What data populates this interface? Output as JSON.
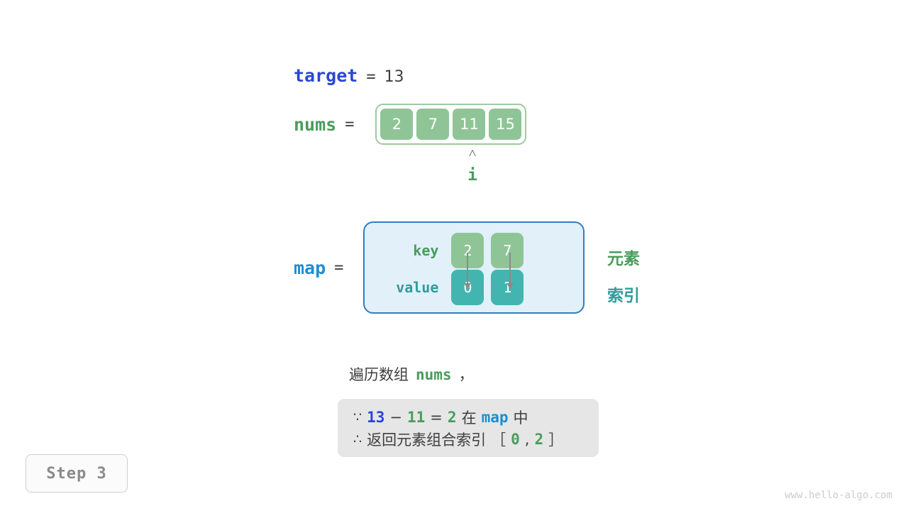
{
  "target": {
    "name": "target",
    "equals": "=",
    "value": "13"
  },
  "nums": {
    "name": "nums",
    "equals": "=",
    "cells": [
      "2",
      "7",
      "11",
      "15"
    ],
    "pointer": {
      "caret": "˄",
      "label": "i",
      "index": 2
    }
  },
  "map": {
    "name": "map",
    "equals": "=",
    "key_label": "key",
    "value_label": "value",
    "keys": [
      "2",
      "7"
    ],
    "values": [
      "0",
      "1"
    ]
  },
  "legend": {
    "element": "元素",
    "index": "索引"
  },
  "explanation": {
    "prefix": "遍历数组",
    "code": "nums",
    "suffix": "，"
  },
  "result": {
    "because_mark": "∵",
    "because_a": "13",
    "minus": "−",
    "because_b": "11",
    "eq": "=",
    "because_c": "2",
    "because_mid": "在",
    "because_map": "map",
    "because_tail": "中",
    "therefore_mark": "∴",
    "therefore_text": "返回元素组合索引",
    "bracket_open": "［",
    "idx_a": "0",
    "comma": ",",
    "idx_b": "2",
    "bracket_close": "］"
  },
  "step_badge": "Step 3",
  "watermark": "www.hello-algo.com",
  "colors": {
    "green": "#8fc596",
    "green_text": "#4a9c5d",
    "teal": "#43b5b0",
    "teal_text": "#2f9c9a",
    "blue": "#1d8ed0",
    "indigo": "#2b46d4",
    "map_fill": "#e2f0fa",
    "map_border": "#2f7ec6",
    "box_gray": "#e6e6e6"
  }
}
